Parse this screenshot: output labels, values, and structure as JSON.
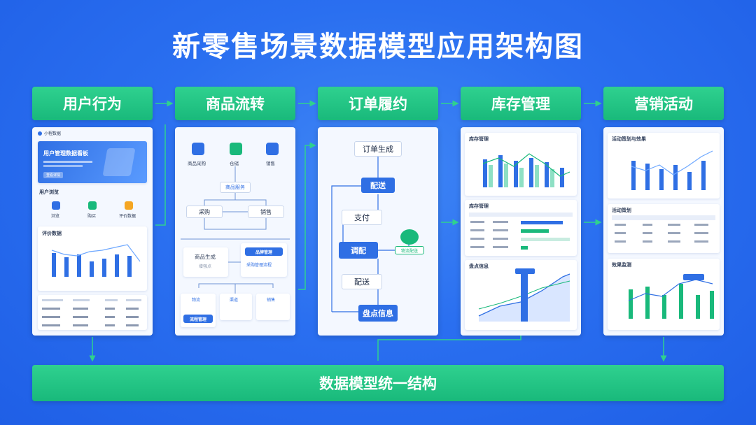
{
  "title": "新零售场景数据模型应用架构图",
  "columns": [
    {
      "label": "用户行为"
    },
    {
      "label": "商品流转"
    },
    {
      "label": "订单履约"
    },
    {
      "label": "库存管理"
    },
    {
      "label": "营销活动"
    }
  ],
  "bottom_bar": "数据模型统一结构",
  "user_panel": {
    "app_name": "小程数据",
    "banner_title": "用户管理数据看板",
    "banner_btn": "查看详情",
    "overview_title": "用户浏览",
    "icons": [
      "浏览",
      "购买",
      "评价数据"
    ],
    "eval_title": "评价数据"
  },
  "goods_panel": {
    "icons": [
      "商品采购",
      "仓储",
      "销售"
    ],
    "center": "商品服务",
    "left": "采购",
    "right": "销售",
    "gen_title": "商品生成",
    "gen_sub": "增强点",
    "bluebox_title": "品牌管理",
    "bluebox_sub": "采购管理流程",
    "bottom": [
      "物流",
      "渠道",
      "销售"
    ],
    "bottom_btn": "流程管理"
  },
  "order_panel": {
    "gen": "订单生成",
    "dispatch1": "配送",
    "pay": "支付",
    "adjust": "调配",
    "dispatch2": "配送",
    "check": "盘点信息",
    "icon_label": "物流配送"
  },
  "stock_panel": {
    "chart1_title": "库存管理",
    "table_title": "库存管理",
    "chart3_title": "盘点信息"
  },
  "marketing_panel": {
    "chart1_title": "活动策划与效果",
    "table_title": "活动策划",
    "chart3_title": "效果监测"
  },
  "colors": {
    "accent_green": "#19b97b",
    "accent_blue": "#2f6fe4",
    "background": "#2a6ff0"
  }
}
